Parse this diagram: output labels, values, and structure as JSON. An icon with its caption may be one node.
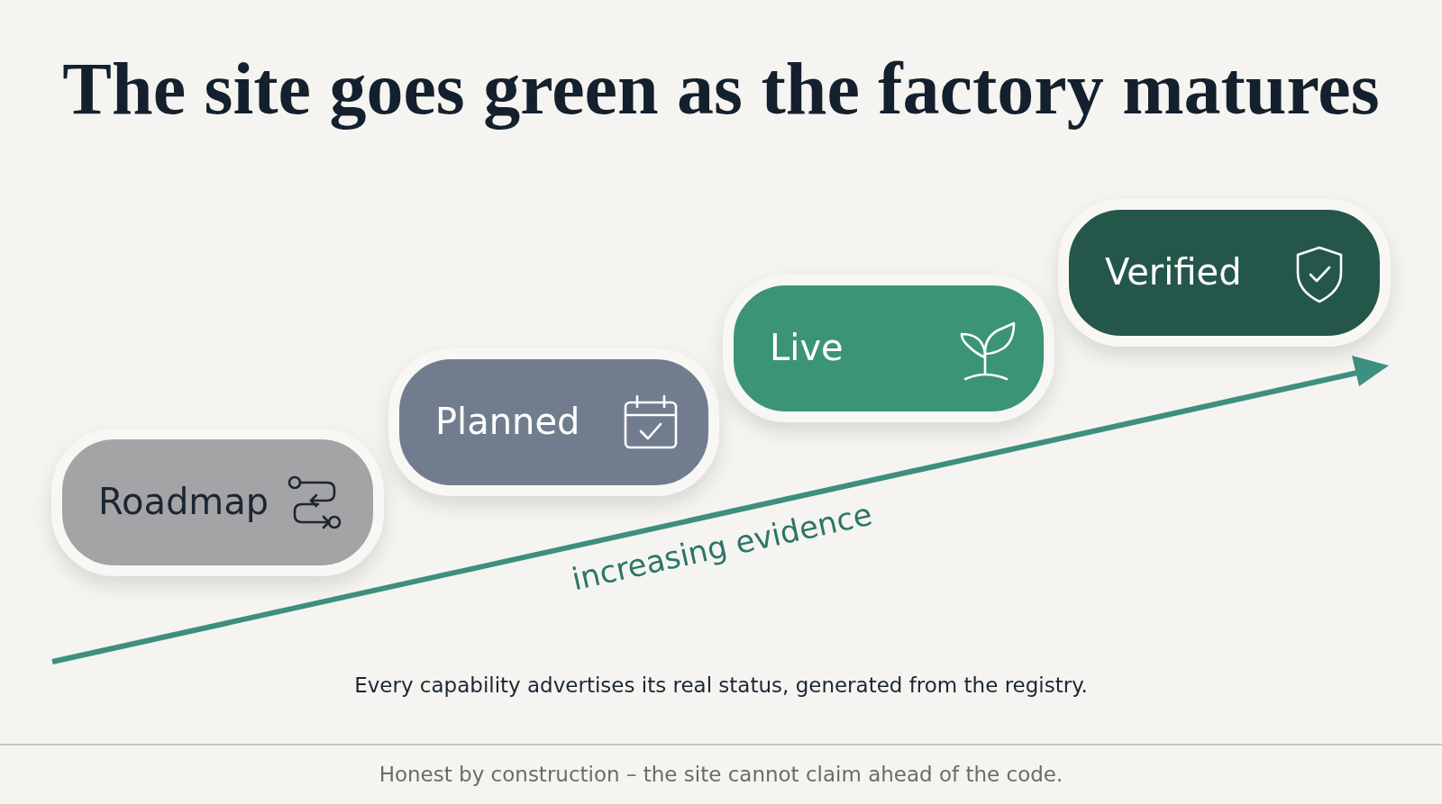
{
  "diagram": {
    "title": "The site goes green as the factory matures",
    "nodes": [
      {
        "text": [
          "Roadmap"
        ]
      },
      {
        "text": [
          "Planned"
        ]
      },
      {
        "text": [
          "Live"
        ]
      },
      {
        "text": [
          "Verified"
        ]
      }
    ],
    "labels": [
      "increasing evidence",
      "Every capability advertises its real status, generated from the registry.",
      "Honest by construction – the site cannot claim ahead of the code."
    ]
  }
}
